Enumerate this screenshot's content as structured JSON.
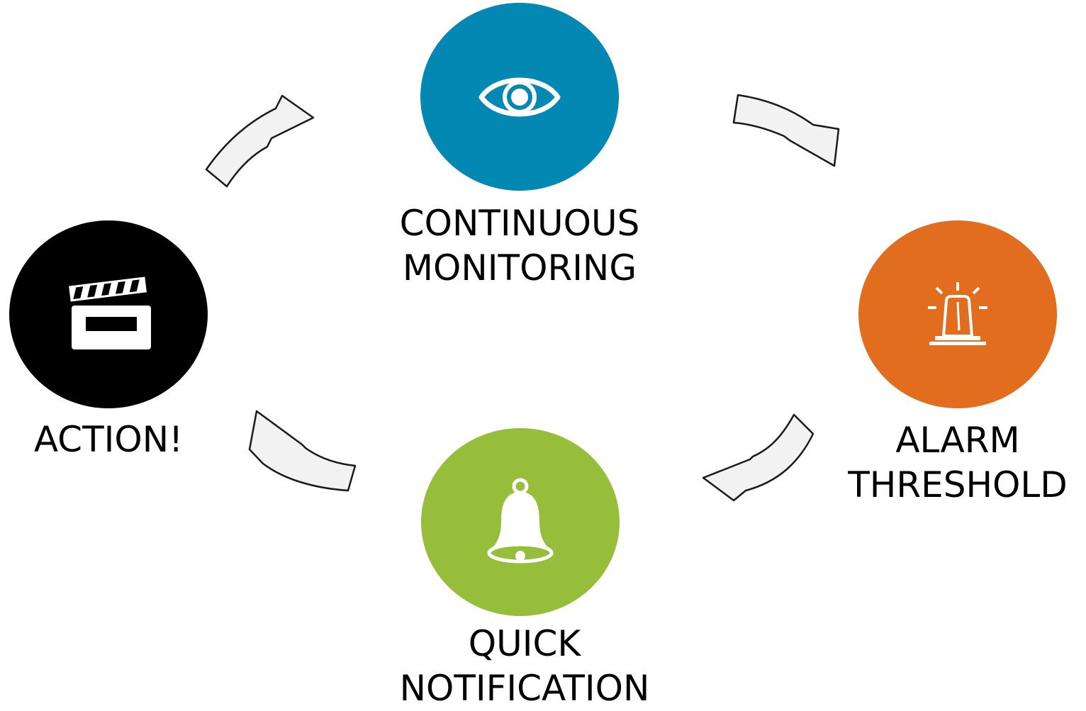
{
  "diagram": {
    "type": "cycle",
    "steps": [
      {
        "id": "monitoring",
        "line1": "CONTINUOUS",
        "line2": "MONITORING",
        "color": "#0288B2",
        "icon": "eye-icon"
      },
      {
        "id": "alarm",
        "line1": "ALARM",
        "line2": "THRESHOLD",
        "color": "#E36D1F",
        "icon": "siren-icon"
      },
      {
        "id": "notify",
        "line1": "QUICK",
        "line2": "NOTIFICATION",
        "color": "#97BE3B",
        "icon": "bell-icon"
      },
      {
        "id": "action",
        "line1": "ACTION!",
        "line2": "",
        "color": "#000000",
        "icon": "clapperboard-icon"
      }
    ],
    "arrow_color": "#F2F2F2",
    "arrow_stroke": "#1A1A1A"
  }
}
